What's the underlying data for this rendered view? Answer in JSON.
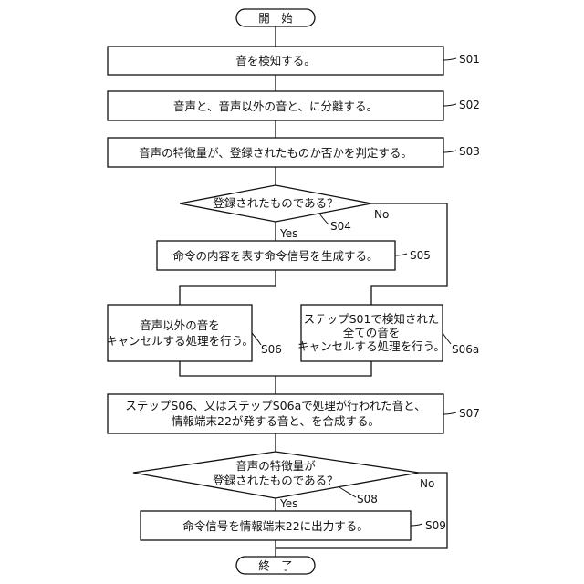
{
  "start": {
    "label": "開　始"
  },
  "end": {
    "label": "終　了"
  },
  "steps": [
    {
      "id": "S01",
      "lines": [
        "音を検知する。"
      ]
    },
    {
      "id": "S02",
      "lines": [
        "音声と、音声以外の音と、に分離する。"
      ]
    },
    {
      "id": "S03",
      "lines": [
        "音声の特徴量が、登録されたものか否かを判定する。"
      ]
    },
    {
      "id": "S04",
      "lines": [
        "登録されたものである？"
      ]
    },
    {
      "id": "S05",
      "lines": [
        "命令の内容を表す命令信号を生成する。"
      ]
    },
    {
      "id": "S06",
      "lines": [
        "音声以外の音を",
        "キャンセルする処理を行う。"
      ]
    },
    {
      "id": "S06a",
      "lines": [
        "ステップS01で検知された",
        "全ての音を",
        "キャンセルする処理を行う。"
      ]
    },
    {
      "id": "S07",
      "lines": [
        "ステップS06、又はステップS06aで処理が行われた音と、",
        "情報端末22が発する音と、を合成する。"
      ]
    },
    {
      "id": "S08",
      "lines": [
        "音声の特徴量が",
        "登録されたものである？"
      ]
    },
    {
      "id": "S09",
      "lines": [
        "命令信号を情報端末22に出力する。"
      ]
    }
  ],
  "branches": {
    "S04": {
      "yes": "Yes",
      "no": "No"
    },
    "S08": {
      "yes": "Yes",
      "no": "No"
    }
  }
}
